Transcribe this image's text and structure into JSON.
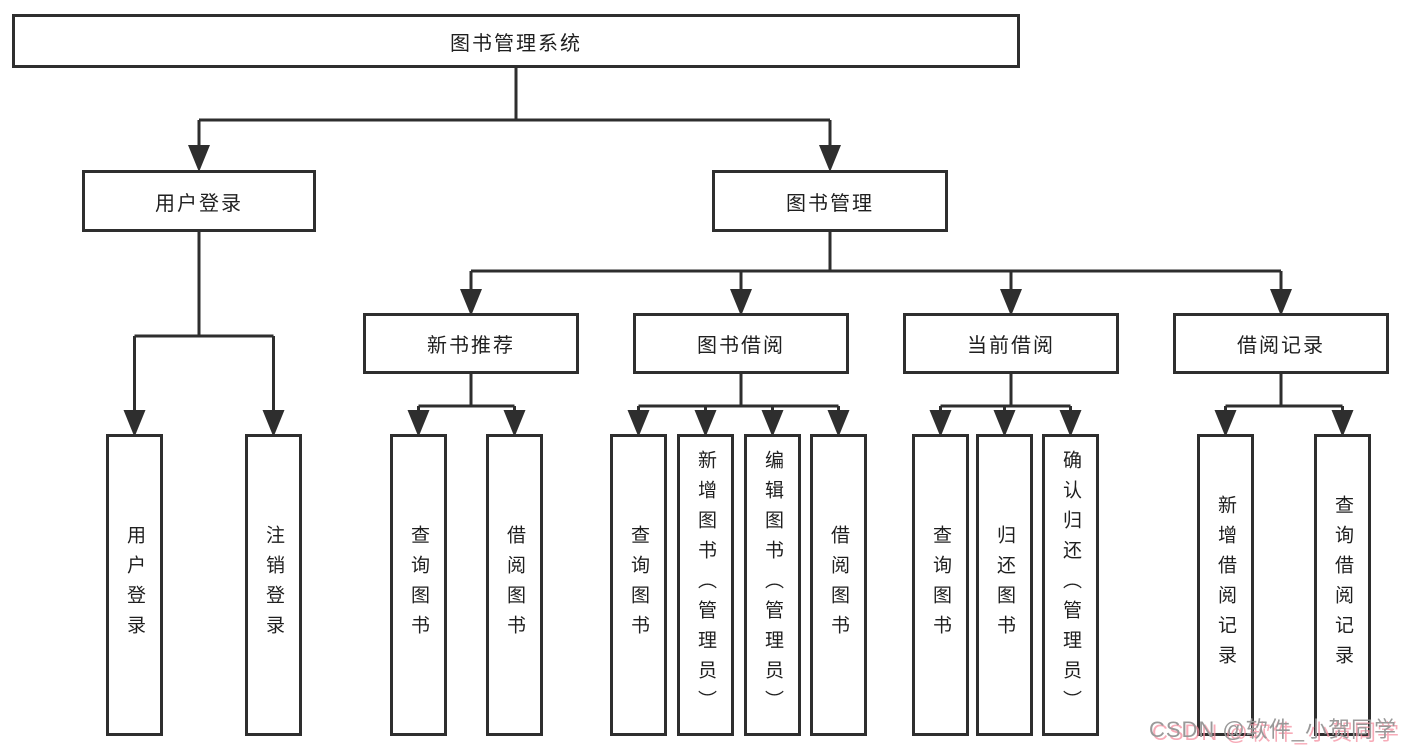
{
  "diagram": {
    "title": "图书管理系统",
    "colors": {
      "line": "#2e2e2e",
      "box_border": "#2e2e2e",
      "text": "#1f1f1f",
      "background": "#ffffff",
      "watermark_text": "#999999",
      "watermark_shadow": "#f48fa0"
    },
    "watermark": "CSDN @软件_小贺同学"
  },
  "tree": {
    "label": "图书管理系统",
    "children": [
      {
        "label": "用户登录",
        "children": [
          {
            "label": "用户登录"
          },
          {
            "label": "注销登录"
          }
        ]
      },
      {
        "label": "图书管理",
        "children": [
          {
            "label": "新书推荐",
            "children": [
              {
                "label": "查询图书"
              },
              {
                "label": "借阅图书"
              }
            ]
          },
          {
            "label": "图书借阅",
            "children": [
              {
                "label": "查询图书"
              },
              {
                "label": "新增图书（管理员）"
              },
              {
                "label": "编辑图书（管理员）"
              },
              {
                "label": "借阅图书"
              }
            ]
          },
          {
            "label": "当前借阅",
            "children": [
              {
                "label": "查询图书"
              },
              {
                "label": "归还图书"
              },
              {
                "label": "确认归还（管理员）"
              }
            ]
          },
          {
            "label": "借阅记录",
            "children": [
              {
                "label": "新增借阅记录"
              },
              {
                "label": "查询借阅记录"
              }
            ]
          }
        ]
      }
    ]
  }
}
